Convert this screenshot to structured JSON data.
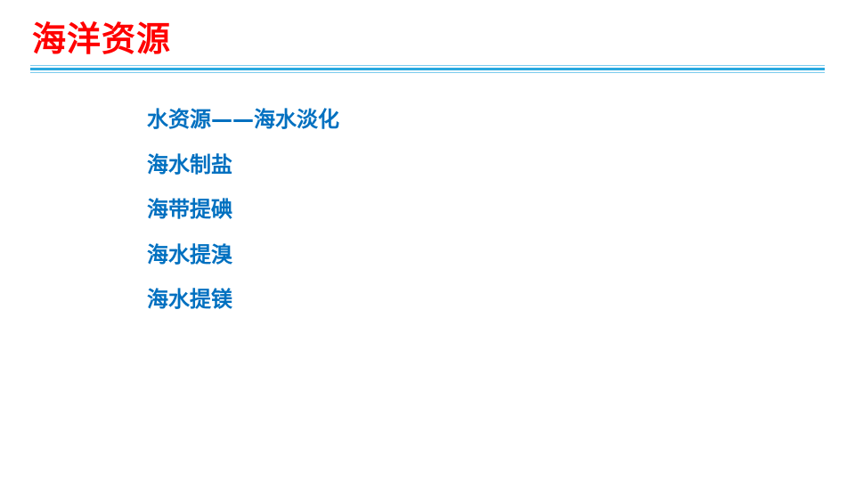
{
  "colors": {
    "title": "#ff0000",
    "text": "#0070c0",
    "rule_thick": "#2aa9e0",
    "rule_thin": "#7ccbee",
    "background": "#ffffff"
  },
  "slide": {
    "title": "海洋资源",
    "items": [
      {
        "label": "水资源——海水淡化"
      },
      {
        "label": "海水制盐"
      },
      {
        "label": "海带提碘"
      },
      {
        "label": "海水提溴"
      },
      {
        "label": "海水提镁"
      }
    ]
  }
}
